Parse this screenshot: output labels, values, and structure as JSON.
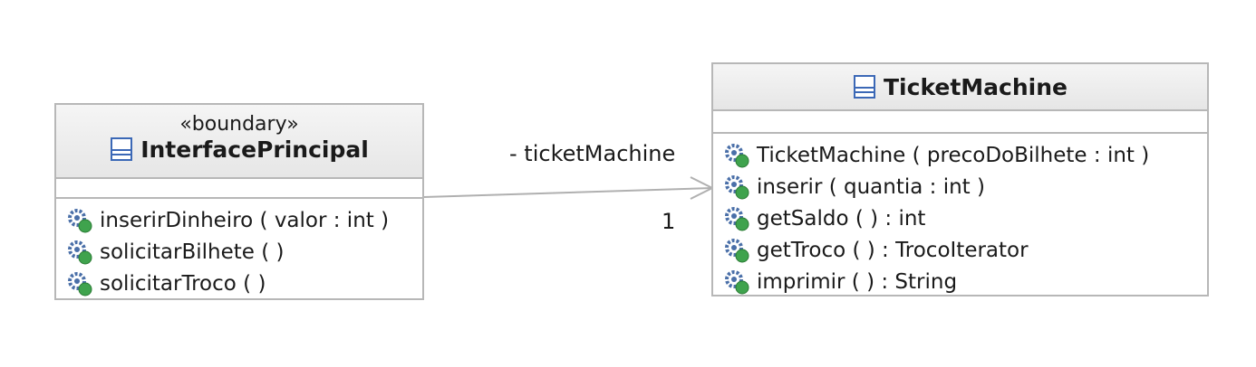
{
  "classes": {
    "interface_principal": {
      "stereotype": "«boundary»",
      "name": "InterfacePrincipal",
      "operations": [
        "inserirDinheiro ( valor : int )",
        "solicitarBilhete ( )",
        "solicitarTroco ( )"
      ]
    },
    "ticket_machine": {
      "name": "TicketMachine",
      "operations": [
        "TicketMachine ( precoDoBilhete : int )",
        "inserir ( quantia : int )",
        "getSaldo ( ) : int",
        "getTroco ( ) : TrocoIterator",
        "imprimir ( ) : String"
      ]
    }
  },
  "association": {
    "role": "- ticketMachine",
    "multiplicity": "1"
  },
  "colors": {
    "border": "#b7b7b7",
    "class_icon": "#3b68b6",
    "operation_gear": "#4a6fa8",
    "operation_dot": "#3fa34d"
  },
  "icons": {
    "class": "class-icon",
    "operation": "public-operation-icon"
  }
}
